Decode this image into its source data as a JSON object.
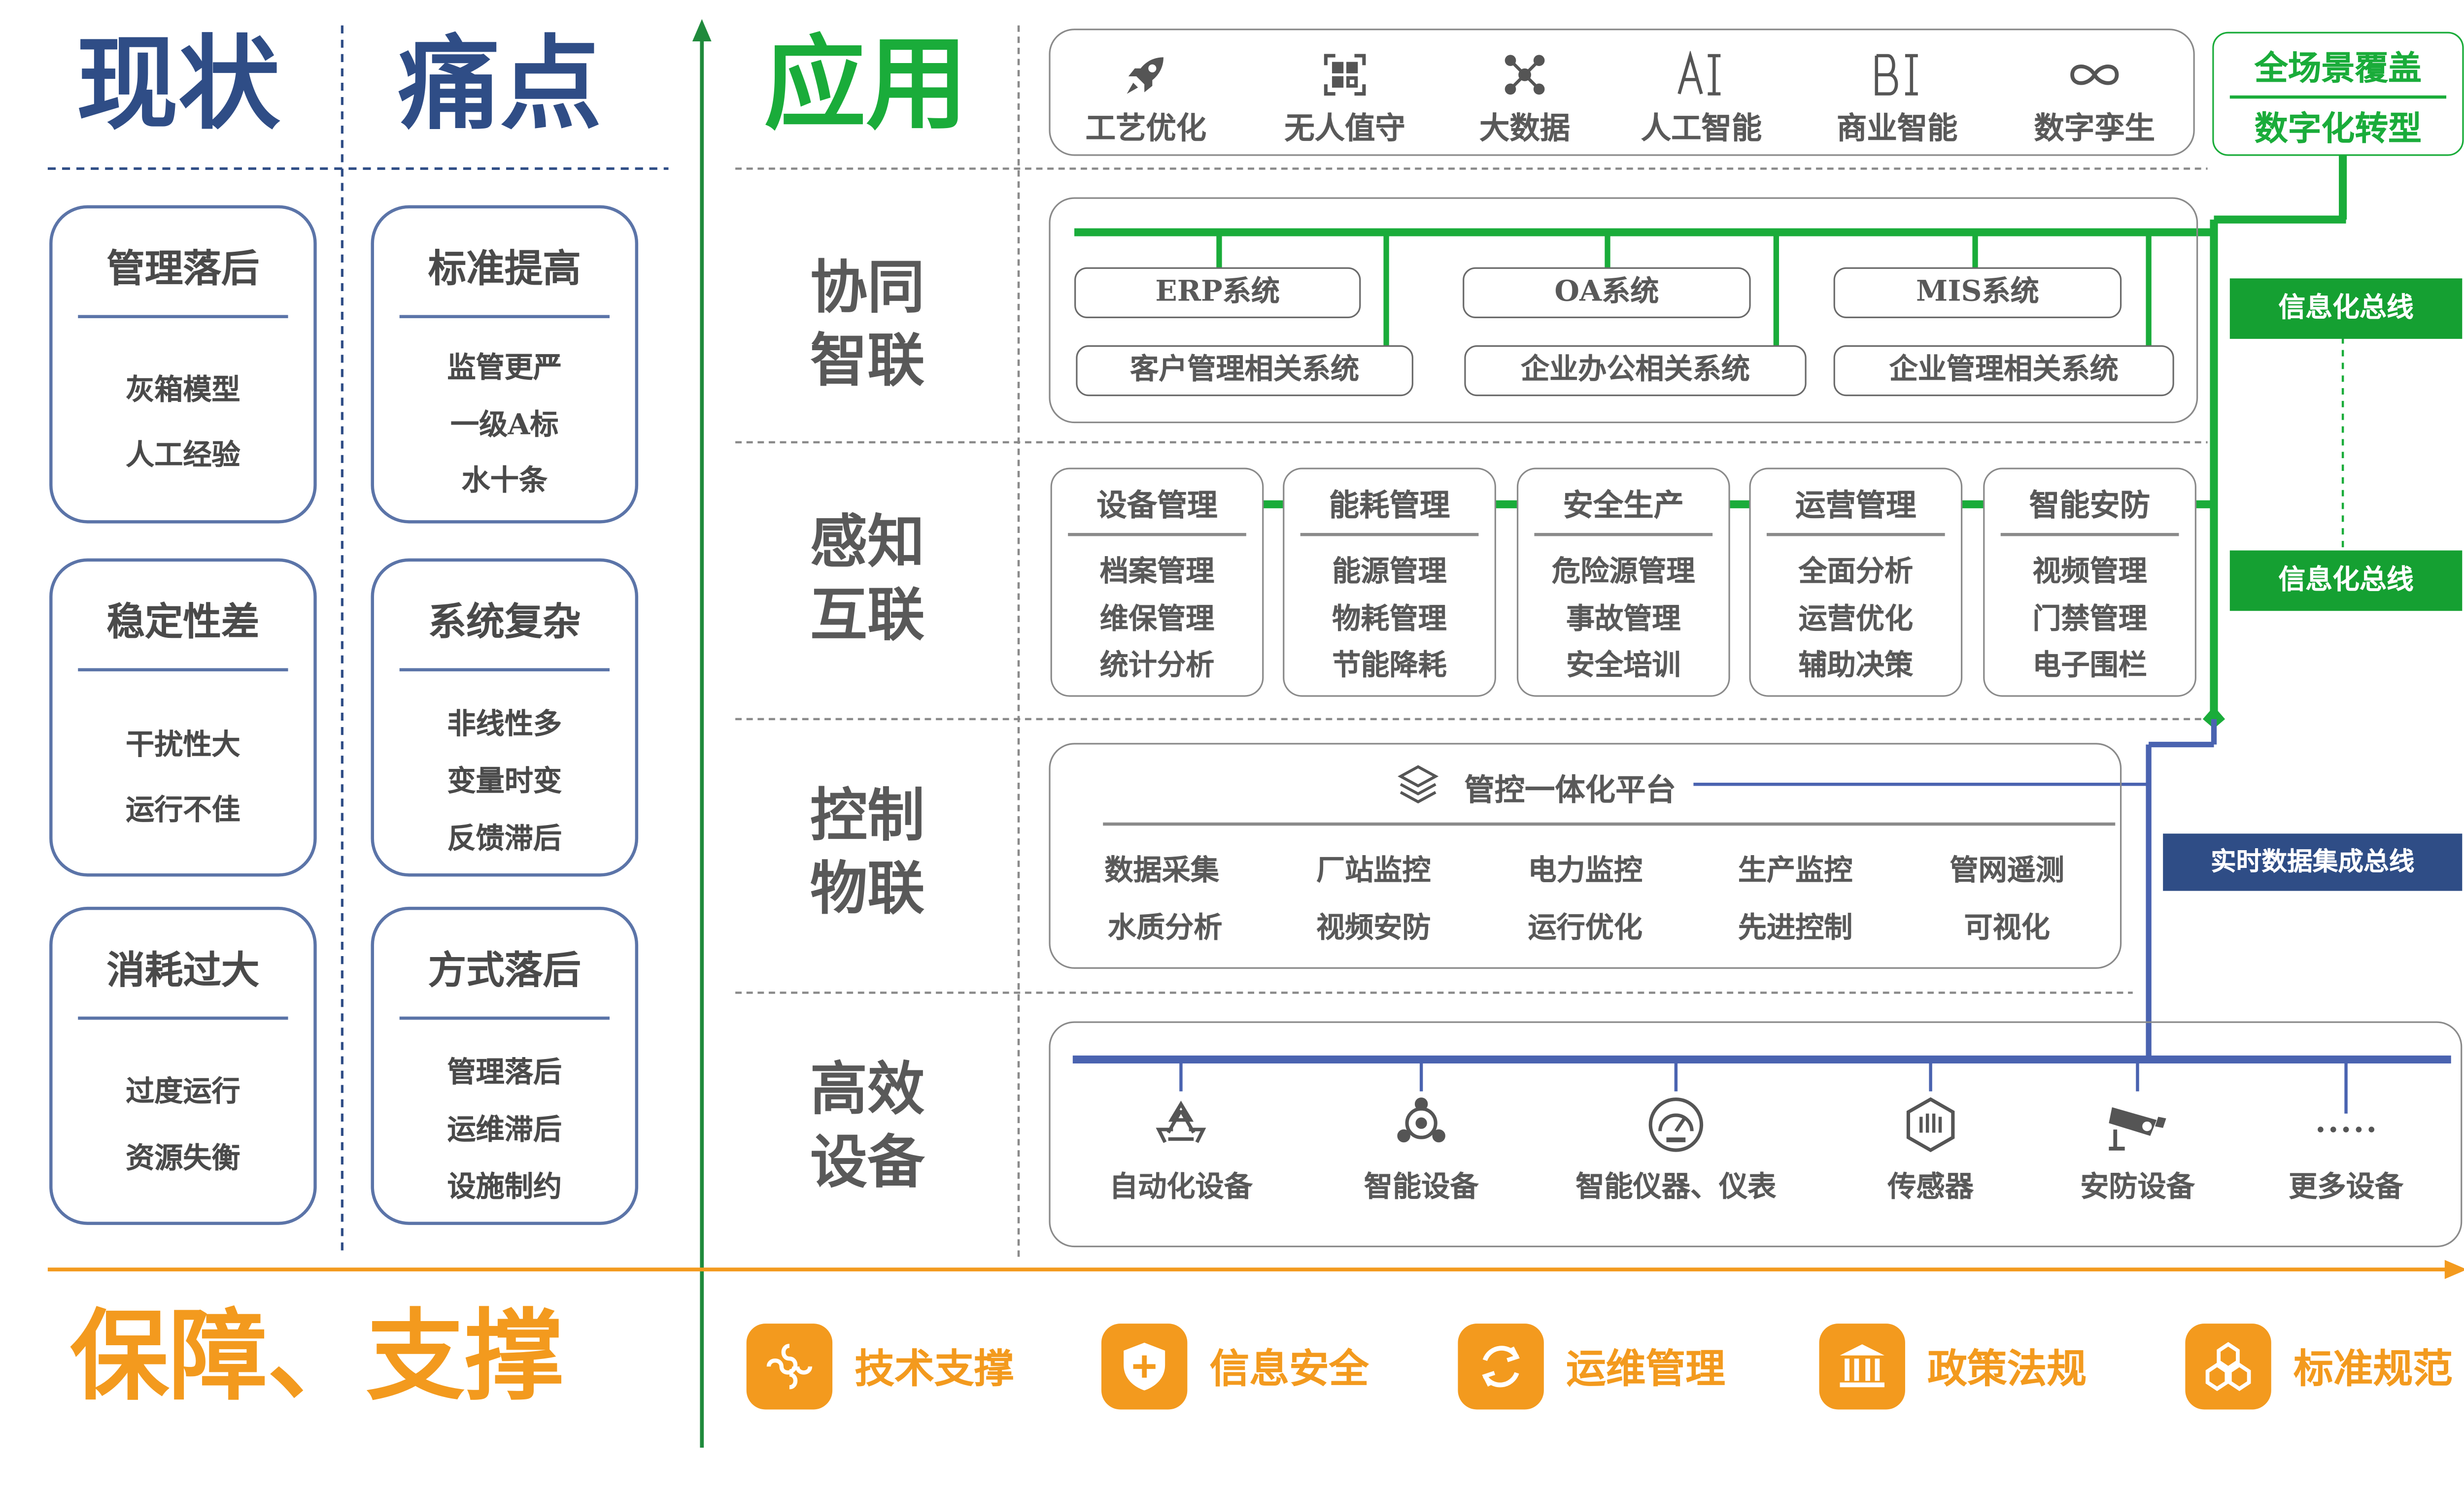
{
  "titles": {
    "status": "现状",
    "pain": "痛点",
    "application": "应用",
    "support": "保障、支撑"
  },
  "status_cards": [
    {
      "title": "管理落后",
      "items": [
        "灰箱模型",
        "人工经验"
      ]
    },
    {
      "title": "稳定性差",
      "items": [
        "干扰性大",
        "运行不佳"
      ]
    },
    {
      "title": "消耗过大",
      "items": [
        "过度运行",
        "资源失衡"
      ]
    }
  ],
  "pain_cards": [
    {
      "title": "标准提高",
      "items": [
        "监管更严",
        "一级A标",
        "水十条"
      ]
    },
    {
      "title": "系统复杂",
      "items": [
        "非线性多",
        "变量时变",
        "反馈滞后"
      ]
    },
    {
      "title": "方式落后",
      "items": [
        "管理落后",
        "运维滞后",
        "设施制约"
      ]
    }
  ],
  "applications": [
    {
      "label": "工艺优化",
      "icon": "rocket-icon"
    },
    {
      "label": "无人值守",
      "icon": "qr-scan-icon"
    },
    {
      "label": "大数据",
      "icon": "network-icon"
    },
    {
      "label": "人工智能",
      "icon": "ai-icon"
    },
    {
      "label": "商业智能",
      "icon": "bi-icon"
    },
    {
      "label": "数字孪生",
      "icon": "infinity-icon"
    }
  ],
  "coverage": {
    "line1": "全场景覆盖",
    "line2": "数字化转型"
  },
  "buses": {
    "info_bus_1": "信息化总线",
    "info_bus_2": "信息化总线",
    "realtime_bus": "实时数据集成总线"
  },
  "layers": {
    "collab": "协同\n智联",
    "perception": "感知\n互联",
    "control": "控制\n物联",
    "devices": "高效\n设备"
  },
  "collab_systems": {
    "top": [
      "ERP系统",
      "OA系统",
      "MIS系统"
    ],
    "bottom": [
      "客户管理相关系统",
      "企业办公相关系统",
      "企业管理相关系统"
    ]
  },
  "perception_cards": [
    {
      "title": "设备管理",
      "items": [
        "档案管理",
        "维保管理",
        "统计分析"
      ]
    },
    {
      "title": "能耗管理",
      "items": [
        "能源管理",
        "物耗管理",
        "节能降耗"
      ]
    },
    {
      "title": "安全生产",
      "items": [
        "危险源管理",
        "事故管理",
        "安全培训"
      ]
    },
    {
      "title": "运营管理",
      "items": [
        "全面分析",
        "运营优化",
        "辅助决策"
      ]
    },
    {
      "title": "智能安防",
      "items": [
        "视频管理",
        "门禁管理",
        "电子围栏"
      ]
    }
  ],
  "control_platform": {
    "title": "管控一体化平台",
    "row1": [
      "数据采集",
      "厂站监控",
      "电力监控",
      "生产监控",
      "管网遥测"
    ],
    "row2": [
      "水质分析",
      "视频安防",
      "运行优化",
      "先进控制",
      "可视化"
    ]
  },
  "devices": [
    {
      "label": "自动化设备",
      "icon": "automation-icon"
    },
    {
      "label": "智能设备",
      "icon": "smart-device-icon"
    },
    {
      "label": "智能仪器、仪表",
      "icon": "gauge-icon"
    },
    {
      "label": "传感器",
      "icon": "sensor-icon"
    },
    {
      "label": "安防设备",
      "icon": "camera-icon"
    },
    {
      "label": "更多设备",
      "icon": "more-icon"
    }
  ],
  "supports": [
    {
      "label": "技术支撑",
      "icon": "tech-icon"
    },
    {
      "label": "信息安全",
      "icon": "shield-icon"
    },
    {
      "label": "运维管理",
      "icon": "cycle-icon"
    },
    {
      "label": "政策法规",
      "icon": "government-icon"
    },
    {
      "label": "标准规范",
      "icon": "standard-icon"
    }
  ],
  "colors": {
    "navy": "#2f4d86",
    "green": "#1aac3a",
    "dark_green": "#15a032",
    "orange": "#f39a1e",
    "blue_bus": "#4a63b0",
    "gray_text": "#595959"
  }
}
